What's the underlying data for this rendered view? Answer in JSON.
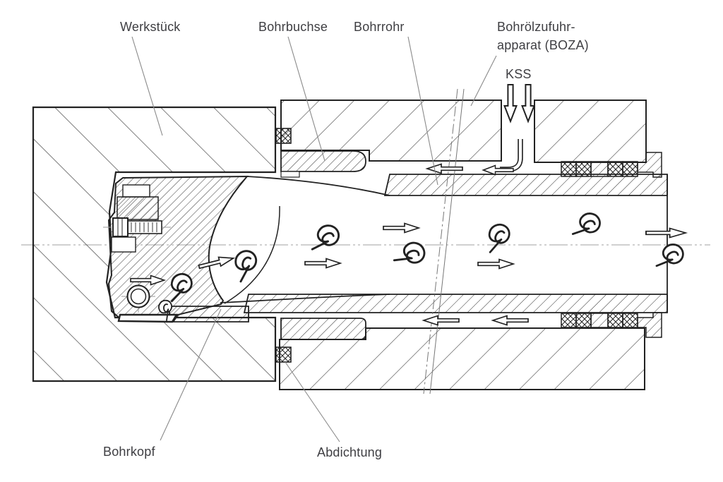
{
  "diagram": {
    "labels": {
      "werkstueck": "Werkstück",
      "bohrbuchse": "Bohrbuchse",
      "bohrrohr": "Bohrrohr",
      "boza_line1": "Bohrölzufuhr-",
      "boza_line2": "apparat (BOZA)",
      "kss": "KSS",
      "bohrkopf": "Bohrkopf",
      "abdichtung": "Abdichtung"
    },
    "colors": {
      "line": "#222222",
      "hatch": "#3a3a3a",
      "leader": "#8a8a8a",
      "centerline": "#a0a0a0",
      "text": "#3e3e42",
      "background": "#ffffff"
    }
  }
}
